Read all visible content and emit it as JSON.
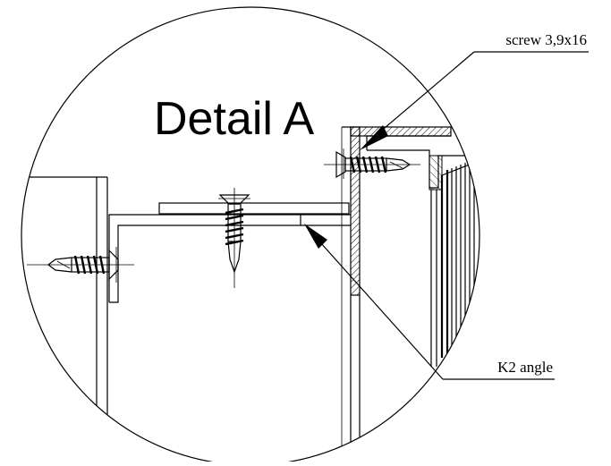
{
  "detail_title": "Detail A",
  "callouts": {
    "screw": "screw 3,9x16",
    "angle": "K2 angle"
  },
  "colors": {
    "line": "#000000",
    "background": "#ffffff"
  }
}
